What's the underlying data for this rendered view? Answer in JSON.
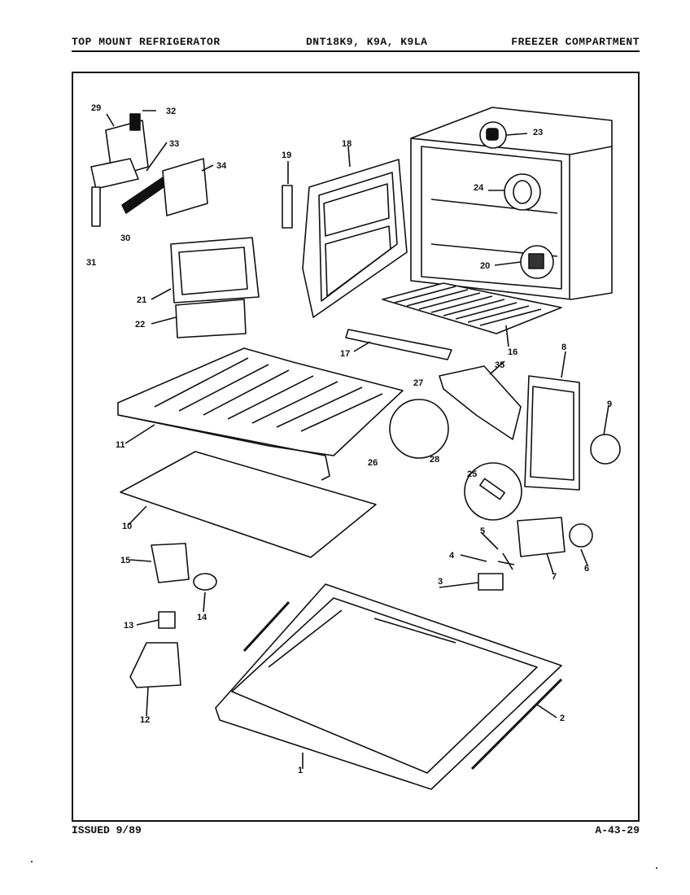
{
  "header": {
    "left": "TOP MOUNT REFRIGERATOR",
    "center": "DNT18K9, K9A, K9LA",
    "right": "FREEZER COMPARTMENT"
  },
  "footer": {
    "left": "ISSUED 9/89",
    "right": "A-43-29"
  },
  "callouts": [
    "1",
    "2",
    "3",
    "4",
    "5",
    "6",
    "7",
    "8",
    "9",
    "10",
    "11",
    "12",
    "13",
    "14",
    "15",
    "16",
    "17",
    "18",
    "19",
    "20",
    "21",
    "22",
    "23",
    "24",
    "25",
    "26",
    "27",
    "28",
    "29",
    "30",
    "31",
    "32",
    "33",
    "34",
    "35"
  ]
}
